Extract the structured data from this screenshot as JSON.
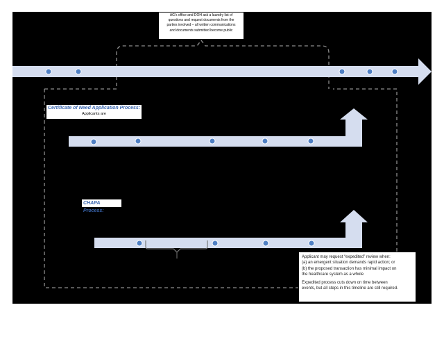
{
  "main_timeline": {
    "marker_count": 5
  },
  "public_review_note": {
    "lines": [
      "AG's office and DOH ask a laundry list of",
      "questions and request documents from the",
      "parties involved – all written communications",
      "and documents submitted become public"
    ]
  },
  "con_process": {
    "title": "Certificate of Need Application Process:",
    "subtitle": "Applicants are",
    "marker_count": 5
  },
  "chapa_process": {
    "title": "CHAPA Process:",
    "marker_count": 4
  },
  "expedited_note": {
    "line1": "Applicant may request “expedited” review when:",
    "line2": "(a) an emergent situation demands rapid action; or",
    "line3": "(b) the proposed transaction has minimal impact on",
    "line4": "the healthcare system as a whole",
    "line5": "Expedited process cuts down on time between",
    "line6": "events, but all steps in this timeline are still required."
  },
  "colors": {
    "background": "#000000",
    "arrow_fill": "#d5ddef",
    "marker_fill": "#4f7fc3",
    "marker_stroke": "#ffffff",
    "dash": "#8c8c8c",
    "accent_text": "#3a66b0"
  }
}
